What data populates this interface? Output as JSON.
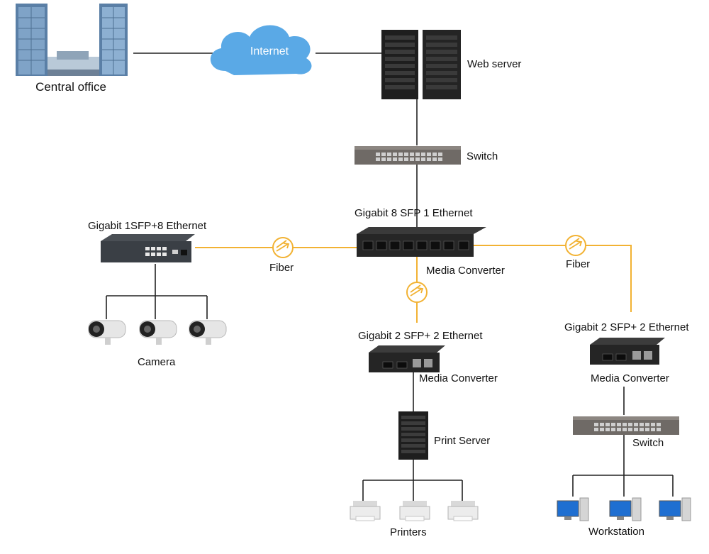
{
  "labels": {
    "central_office": "Central office",
    "internet": "Internet",
    "web_server": "Web server",
    "switch_top": "Switch",
    "main_converter_model": "Gigabit 8 SFP 1 Ethernet",
    "left_switch_model": "Gigabit 1SFP+8 Ethernet",
    "fiber_left": "Fiber",
    "fiber_right": "Fiber",
    "main_converter_name": "Media Converter",
    "camera": "Camera",
    "mid_converter_model": "Gigabit 2 SFP+ 2 Ethernet",
    "mid_converter_name": "Media Converter",
    "right_converter_model": "Gigabit 2 SFP+ 2 Ethernet",
    "right_converter_name": "Media Converter",
    "print_server": "Print Server",
    "switch_right": "Switch",
    "printers": "Printers",
    "workstation": "Workstation"
  },
  "colors": {
    "fiber_line": "#f2b233",
    "copper_line": "#222222",
    "cloud": "#5aa9e6",
    "device_dark": "#2b2b2b"
  }
}
